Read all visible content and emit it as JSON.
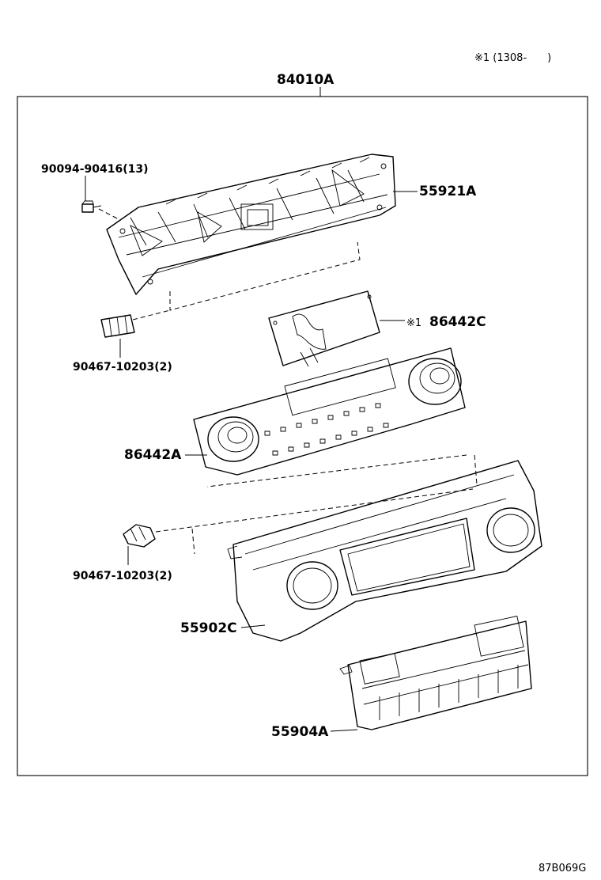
{
  "note": "※1 (1308-　　)",
  "assembly": "84010A",
  "diagram_code": "87B069G",
  "callouts": {
    "bolt": "90094-90416(13)",
    "frame": "55921A",
    "clip_upper": "90467-10203(2)",
    "display_board": "86442C",
    "display_mark": "※1",
    "control_board": "86442A",
    "clip_lower": "90467-10203(2)",
    "bezel": "55902C",
    "switch_panel": "55904A"
  }
}
